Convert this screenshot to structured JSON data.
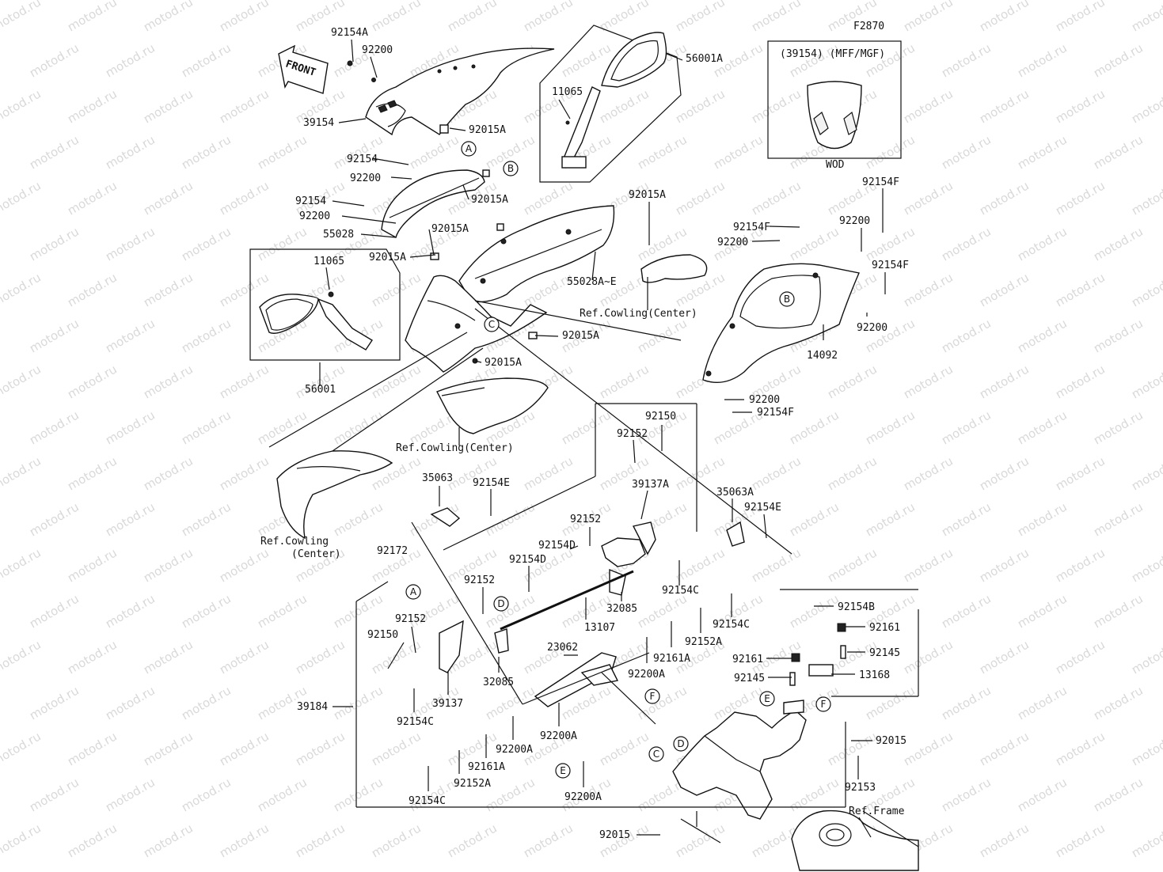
{
  "code": "F2870",
  "front_label": "FRONT",
  "inset": {
    "caption": "(39154) (MFF/MGF)",
    "footer": "WOD"
  },
  "labels": {
    "l01": "92154A",
    "l02": "92200",
    "l03": "39154",
    "l04": "92015A",
    "l05": "11065",
    "l06": "56001A",
    "l07": "92154",
    "l08": "92200",
    "l09": "92015A",
    "l10": "92154",
    "l11": "92200",
    "l12": "55028",
    "l13": "92015A",
    "l14": "92015A",
    "l15": "55028A~E",
    "l16": "92015A",
    "l17": "Ref.Cowling(Center)",
    "l18": "11065",
    "l19": "56001",
    "l20": "92015A",
    "l21": "92015A",
    "l22": "Ref.Cowling(Center)",
    "l23": "92154F",
    "l24": "92200",
    "l25": "92154F",
    "l26": "92200",
    "l27": "92154F",
    "l28": "92200",
    "l29": "14092",
    "l30": "92200",
    "l31": "92154F",
    "l32": "92150",
    "l33": "92152",
    "l34": "35063",
    "l35": "92154E",
    "l36": "39137A",
    "l37": "35063A",
    "l38": "92154E",
    "l39": "92152",
    "l40": "92154D",
    "l41": "92154D",
    "l42": "92152",
    "l43": "32085",
    "l44": "92154C",
    "l45": "92152",
    "l46": "92150",
    "l47": "13107",
    "l48": "92154C",
    "l49": "92152A",
    "l50": "92154B",
    "l51": "92161",
    "l52": "92145",
    "l53": "92161A",
    "l54": "23062",
    "l55": "92200A",
    "l56": "32085",
    "l57": "39137",
    "l58": "92161",
    "l59": "92145",
    "l60": "13168",
    "l61": "39184",
    "l62": "92154C",
    "l63": "92200A",
    "l64": "92200A",
    "l65": "92161A",
    "l66": "92152A",
    "l67": "92154C",
    "l68": "92200A",
    "l69": "92015",
    "l70": "92153",
    "l71": "Ref.Frame",
    "l72": "92015",
    "l73": "Ref.Cowling",
    "l74": "(Center)",
    "l75": "92172"
  },
  "callouts": {
    "cA1": "A",
    "cB1": "B",
    "cC1": "C",
    "cB2": "B",
    "cA2": "A",
    "cD1": "D",
    "cE1": "E",
    "cF1": "F",
    "cF2": "F",
    "cD2": "D",
    "cC2": "C",
    "cE2": "E"
  },
  "watermark": "motod.ru"
}
